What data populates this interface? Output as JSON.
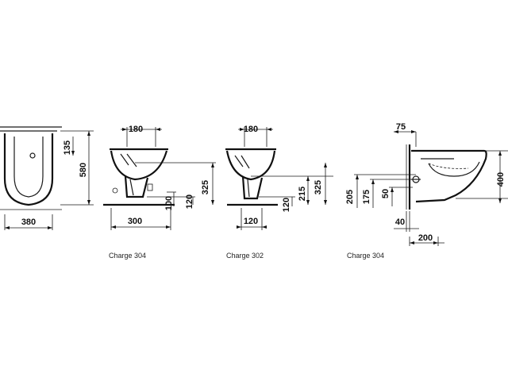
{
  "views": {
    "front": {
      "width_label": "380",
      "height_label": "580",
      "hole_label": "135"
    },
    "side_a": {
      "top_label": "180",
      "bottom_label": "300",
      "h100_label": "100",
      "h120_label": "120",
      "h325_label": "325",
      "caption": "Charge 304"
    },
    "side_b": {
      "top_label": "180",
      "bottom_label": "120",
      "h120_label": "120",
      "h215_label": "215",
      "h325_label": "325",
      "caption": "Charge 302"
    },
    "side_c": {
      "top_label": "75",
      "h205_label": "205",
      "h175_label": "175",
      "h50_label": "50",
      "h400_label": "400",
      "b40_label": "40",
      "b200_label": "200",
      "caption": "Charge 304"
    }
  }
}
